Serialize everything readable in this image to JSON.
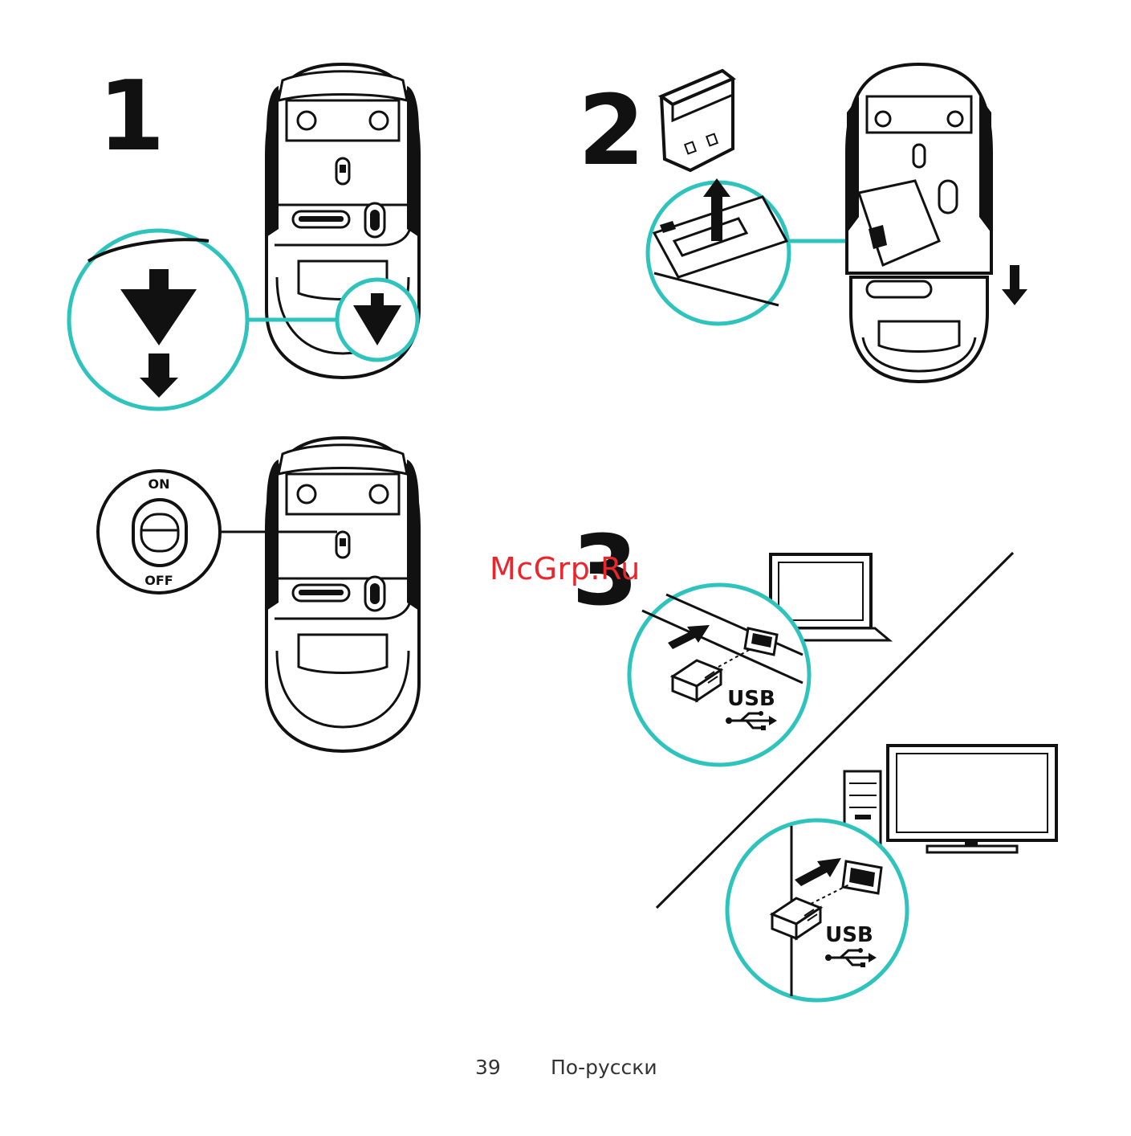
{
  "steps": {
    "step1": "1",
    "step2": "2",
    "step3": "3"
  },
  "switch_labels": {
    "on": "ON",
    "off": "OFF"
  },
  "usb": {
    "label_laptop": "USB",
    "label_desktop": "USB"
  },
  "watermark": "McGrp.Ru",
  "footer": {
    "page_number": "39",
    "language": "По-русски"
  },
  "colors": {
    "accent": "#2ec4bd",
    "ink": "#111111",
    "watermark": "#e8262c"
  }
}
